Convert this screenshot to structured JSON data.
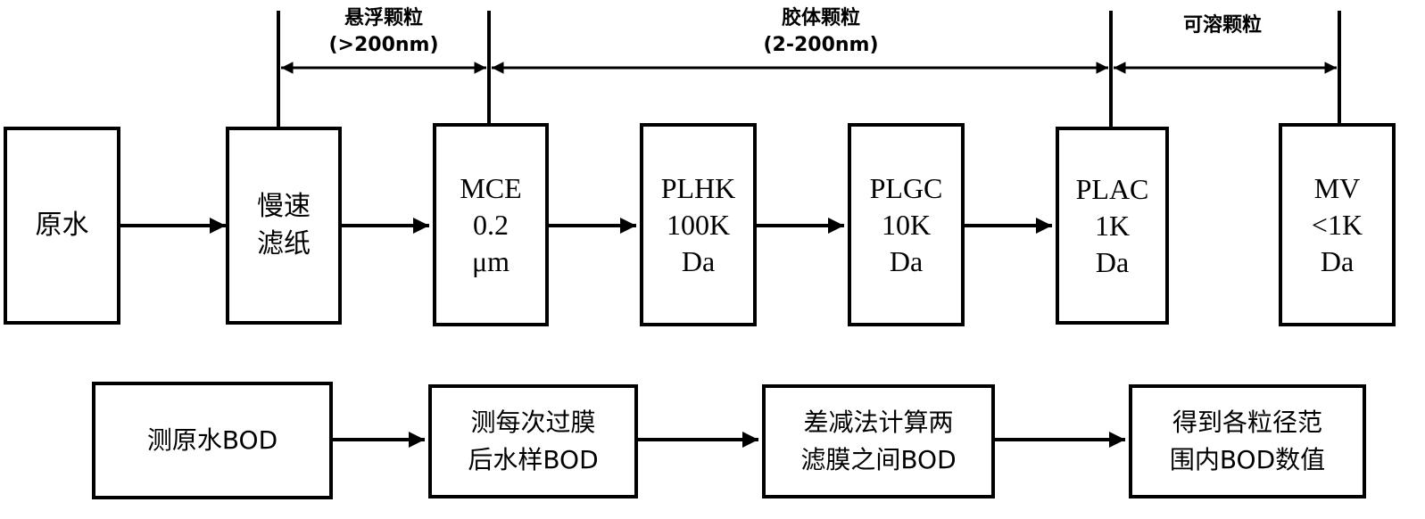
{
  "ranges": {
    "suspended": "悬浮颗粒\n(>200nm)",
    "colloidal": "胶体颗粒\n(2-200nm)",
    "dissolved": "可溶颗粒"
  },
  "filters": {
    "raw": "原水",
    "slow_paper": "慢速\n滤纸",
    "mce": "MCE\n0.2\nμm",
    "plhk": "PLHK\n100K\nDa",
    "plgc": "PLGC\n10K\nDa",
    "plac": "PLAC\n1K\nDa",
    "mv": "MV\n<1K\nDa"
  },
  "steps": {
    "step1": "测原水BOD",
    "step2": "测每次过膜\n后水样BOD",
    "step3": "差减法计算两\n滤膜之间BOD",
    "step4": "得到各粒径范\n围内BOD数值"
  }
}
